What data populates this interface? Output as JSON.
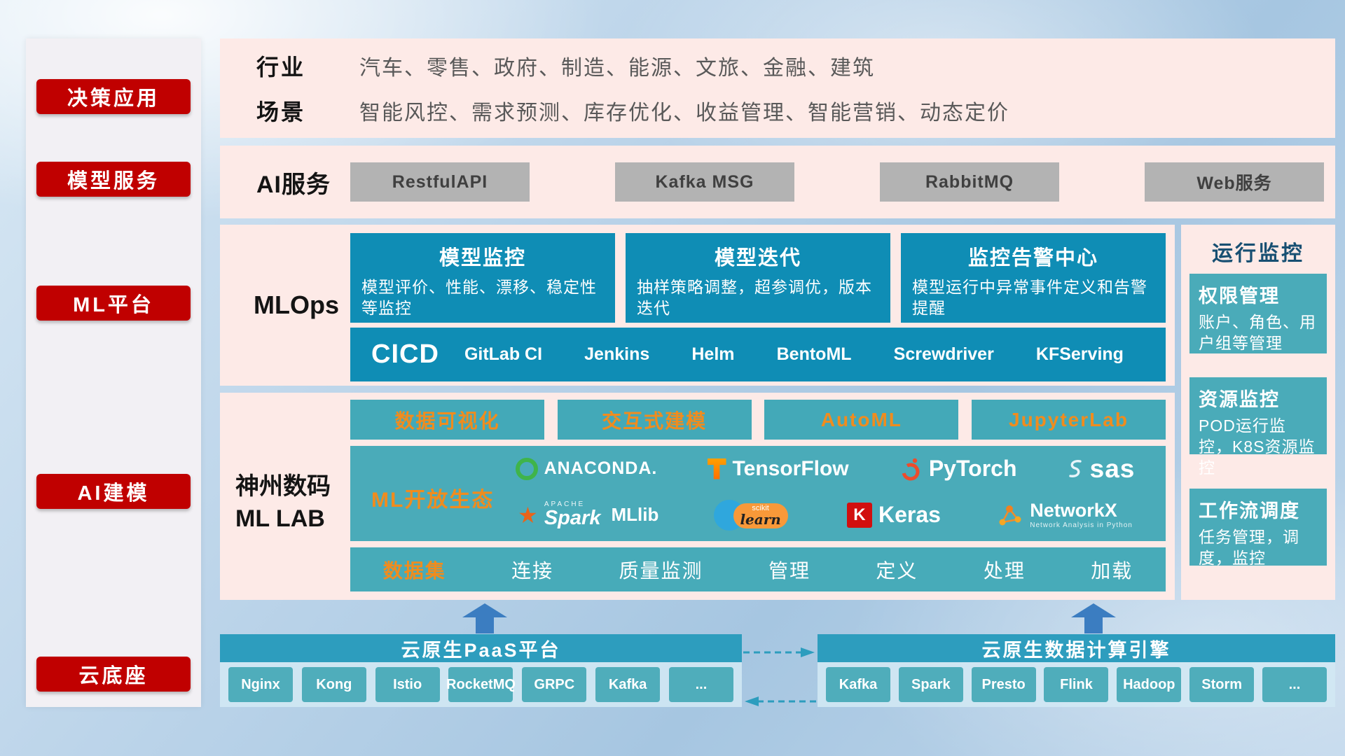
{
  "colors": {
    "badge_red": "#c00000",
    "panel_pink": "#fdeae7",
    "teal_dark": "#0f8db5",
    "teal_mid": "#4aabb9",
    "teal_header": "#2d9dbe",
    "accent_orange": "#f08c1e",
    "gray_button": "#b3b3b3",
    "arrow_blue": "#3b7dc1"
  },
  "sidebar": {
    "items": [
      {
        "label": "决策应用"
      },
      {
        "label": "模型服务"
      },
      {
        "label": "ML平台"
      },
      {
        "label": "AI建模"
      },
      {
        "label": "云底座"
      }
    ]
  },
  "industry": {
    "rows": [
      {
        "label": "行业",
        "value": "汽车、零售、政府、制造、能源、文旅、金融、建筑"
      },
      {
        "label": "场景",
        "value": "智能风控、需求预测、库存优化、收益管理、智能营销、动态定价"
      }
    ]
  },
  "ai_service": {
    "label": "AI服务",
    "buttons": [
      "RestfulAPI",
      "Kafka MSG",
      "RabbitMQ",
      "Web服务"
    ]
  },
  "mlops": {
    "label": "MLOps",
    "cards": [
      {
        "title": "模型监控",
        "desc": "模型评价、性能、漂移、稳定性等监控"
      },
      {
        "title": "模型迭代",
        "desc": "抽样策略调整，超参调优，版本迭代"
      },
      {
        "title": "监控告警中心",
        "desc": "模型运行中异常事件定义和告警提醒"
      }
    ],
    "cicd_label": "CICD",
    "cicd_items": [
      "GitLab CI",
      "Jenkins",
      "Helm",
      "BentoML",
      "Screwdriver",
      "KFServing"
    ]
  },
  "mllab": {
    "title_line1": "神州数码",
    "title_line2": "ML LAB",
    "tools": [
      "数据可视化",
      "交互式建模",
      "AutoML",
      "JupyterLab"
    ],
    "eco_label": "ML开放生态",
    "logos": {
      "anaconda": "ANACONDA.",
      "tensorflow": "TensorFlow",
      "pytorch": "PyTorch",
      "sas": "sas",
      "apache": "APACHE",
      "spark": "Spark",
      "spark_star": "★",
      "mllib": "MLlib",
      "scikit": "scikit",
      "learn": "learn",
      "keras_k": "K",
      "keras": "Keras",
      "networkx": "NetworkX",
      "networkx_sub": "Network Analysis in Python"
    },
    "dataset_label": "数据集",
    "dataset_items": [
      "连接",
      "质量监测",
      "管理",
      "定义",
      "处理",
      "加载"
    ]
  },
  "monitor": {
    "title": "运行监控",
    "cards": [
      {
        "title": "权限管理",
        "desc": "账户、角色、用户组等管理"
      },
      {
        "title": "资源监控",
        "desc": "POD运行监控，K8S资源监控"
      },
      {
        "title": "工作流调度",
        "desc": "任务管理，调度，监控"
      }
    ]
  },
  "cloud": {
    "paas_title": "云原生PaaS平台",
    "paas_items": [
      "Nginx",
      "Kong",
      "Istio",
      "RocketMQ",
      "GRPC",
      "Kafka",
      "..."
    ],
    "engine_title": "云原生数据计算引擎",
    "engine_items": [
      "Kafka",
      "Spark",
      "Presto",
      "Flink",
      "Hadoop",
      "Storm",
      "..."
    ]
  }
}
